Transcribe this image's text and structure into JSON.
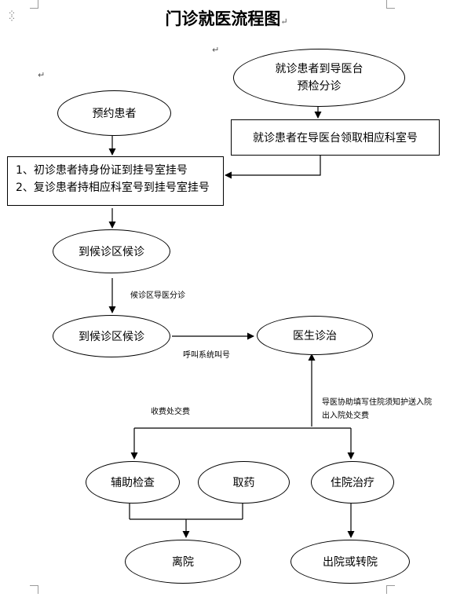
{
  "title": "门诊就医流程图",
  "pilcrow": "↵",
  "return_mark": "↵",
  "nodes": {
    "guide_desk": {
      "line1": "就诊患者到导医台",
      "line2": "预检分诊"
    },
    "reserved": "预约患者",
    "get_number": "就诊患者在导医台领取相应科室号",
    "register": {
      "line1": "1、初诊患者持身份证到挂号室挂号",
      "line2": "2、复诊患者持相应科室号到挂号室挂号"
    },
    "waiting1": "到候诊区候诊",
    "waiting2": "到候诊区候诊",
    "doctor": "医生诊治",
    "aux_exam": "辅助检查",
    "medicine": "取药",
    "hospitalize": "住院治疗",
    "leave": "离院",
    "discharge": "出院或转院"
  },
  "edge_labels": {
    "triage": "候诊区导医分诊",
    "call": "呼叫系统叫号",
    "pay": "收费处交费",
    "admit_line1": "导医协助填写住院须知护送入院",
    "admit_line2": "出入院处交费"
  }
}
